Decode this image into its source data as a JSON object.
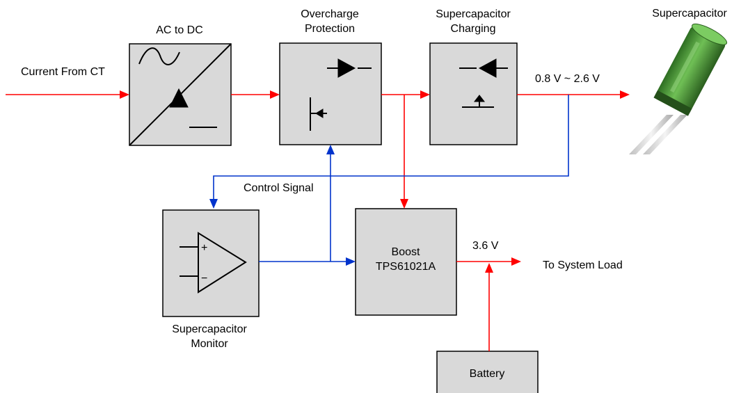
{
  "labels": {
    "current_from_ct": "Current From CT",
    "ac_to_dc": "AC to DC",
    "overcharge_line1": "Overcharge",
    "overcharge_line2": "Protection",
    "supercap_charging_line1": "Supercapacitor",
    "supercap_charging_line2": "Charging",
    "supercapacitor": "Supercapacitor",
    "voltage_range": "0.8 V ~ 2.6 V",
    "control_signal": "Control Signal",
    "monitor_line1": "Supercapacitor",
    "monitor_line2": "Monitor",
    "boost_line1": "Boost",
    "boost_line2": "TPS61021A",
    "output_voltage": "3.6 V",
    "to_system_load": "To System Load",
    "battery": "Battery"
  },
  "colors": {
    "block_fill": "#d9d9d9",
    "power_path": "#ff0000",
    "signal_path": "#0033cc",
    "capacitor_body": "#3f8f2f"
  }
}
